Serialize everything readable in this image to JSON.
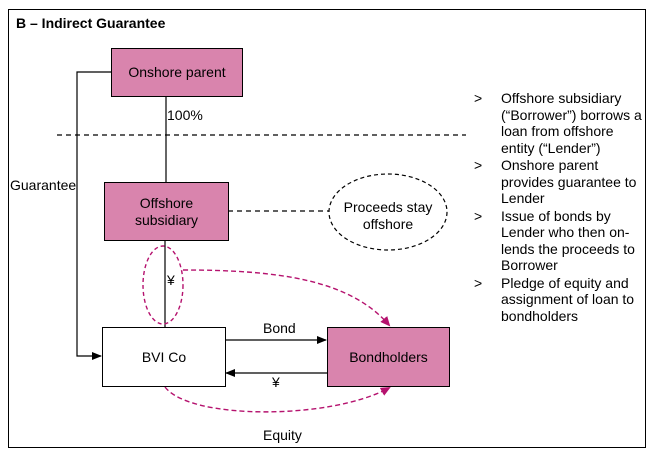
{
  "title": "B – Indirect Guarantee",
  "colors": {
    "entity_fill": "#D984AD",
    "flow_accent": "#B5126E",
    "line": "#000000"
  },
  "entities": {
    "onshore_parent": "Onshore parent",
    "offshore_subsidiary": "Offshore subsidiary",
    "bvi_co": "BVI Co",
    "bondholders": "Bondholders"
  },
  "labels": {
    "ownership": "100%",
    "guarantee": "Guarantee",
    "proceeds": "Proceeds stay offshore",
    "bond": "Bond",
    "yen_flow": "¥",
    "yen_loan": "¥",
    "equity": "Equity"
  },
  "bullets": {
    "marker": ">",
    "items": [
      "Offshore subsidiary (“Borrower”) borrows a loan from offshore entity (“Lender”)",
      "Onshore parent provides guarantee to Lender",
      "Issue of bonds by Lender who then on-lends the proceeds to Borrower",
      "Pledge of equity and assignment of loan to bondholders"
    ]
  }
}
